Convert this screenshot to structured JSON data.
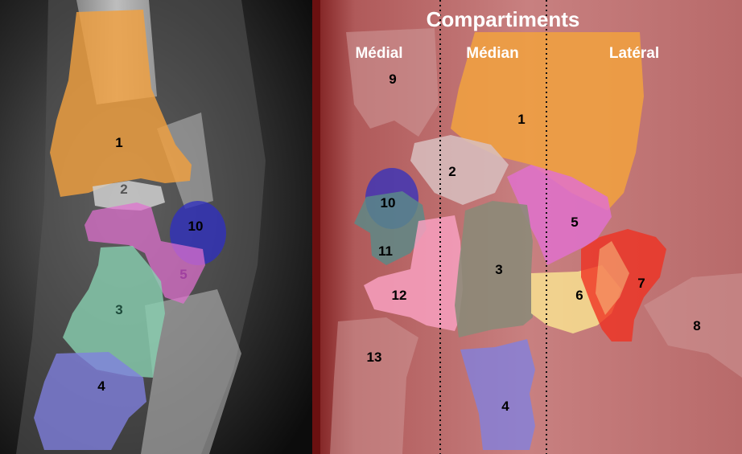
{
  "figure": {
    "title": "Compartiments",
    "compartments": {
      "medial": "Médial",
      "median": "Médian",
      "lateral": "Latéral"
    },
    "lateral_view_labels": [
      "1",
      "2",
      "10",
      "5",
      "3",
      "4"
    ],
    "frontal_view_labels": [
      "9",
      "1",
      "2",
      "10",
      "5",
      "11",
      "3",
      "7",
      "12",
      "6",
      "8",
      "13",
      "4"
    ]
  },
  "colors": {
    "radius": "#f0a040",
    "lunate": "#c8c8c8",
    "scaphoid_pink": "#e070d0",
    "pisiform_blue": "#3030c0",
    "triquetrum_teal": "#5a8a88",
    "capitate_green": "#88d0b0",
    "capitate_gray": "#8a8a78",
    "metacarpal_blue": "#8080e0",
    "trapezium_red": "#f03020",
    "trapezoid_yellow": "#f8e090",
    "hamate_pink": "#f8a0c0",
    "overlay_red": "#a02020"
  }
}
